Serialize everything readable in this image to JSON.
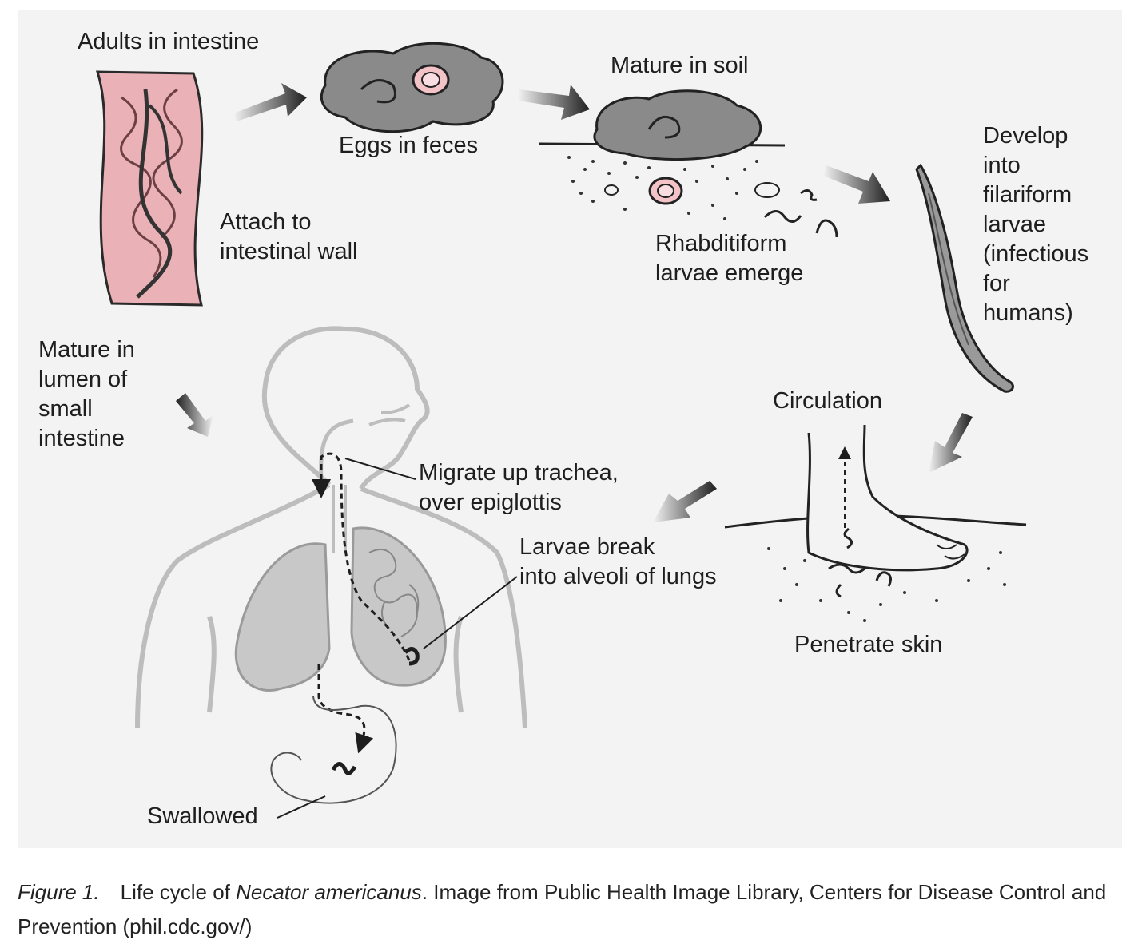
{
  "diagram": {
    "labels": {
      "adults_in_intestine": "Adults in intestine",
      "eggs_in_feces": "Eggs in feces",
      "mature_in_soil": "Mature in soil",
      "attach": [
        "Attach to",
        "intestinal wall"
      ],
      "rhabditiform": [
        "Rhabditiform",
        "larvae emerge"
      ],
      "develop": [
        "Develop",
        "into",
        "filariform",
        "larvae",
        "(infectious",
        "for",
        "humans)"
      ],
      "circulation": "Circulation",
      "mature_lumen": [
        "Mature in",
        "lumen of",
        "small",
        "intestine"
      ],
      "migrate": [
        "Migrate up trachea,",
        "over epiglottis"
      ],
      "larvae_break": [
        "Larvae break",
        "into alveoli of lungs"
      ],
      "penetrate_skin": "Penetrate skin",
      "swallowed": "Swallowed"
    }
  },
  "caption": {
    "figure_label": "Figure 1.",
    "text_before": "Life cycle of ",
    "species": "Necator americanus",
    "text_after": ". Image from Public Health Image Library, Centers for Disease Control and Prevention (phil.cdc.gov/)"
  },
  "colors": {
    "panel_bg": "#f3f3f3",
    "intestine_pink": "#eab2b6",
    "feces_gray": "#8a8a8a",
    "lung_gray": "#c8c8c8",
    "arrow_dark": "#2a2a2a"
  }
}
